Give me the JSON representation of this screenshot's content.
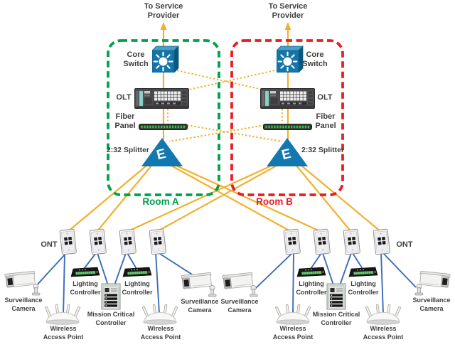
{
  "labels": {
    "service_provider": {
      "line1": "To Service",
      "line2": "Provider"
    },
    "core_switch": {
      "line1": "Core",
      "line2": "Switch"
    },
    "olt": "OLT",
    "fiber_panel": {
      "line1": "Fiber",
      "line2": "Panel"
    },
    "splitter": "2:32 Splitter",
    "splitter_glyph": "E",
    "room_a": "Room A",
    "room_b": "Room B",
    "ont": "ONT",
    "surveillance_camera": {
      "line1": "Surveillance",
      "line2": "Camera"
    },
    "lighting_controller": {
      "line1": "Lighting",
      "line2": "Controller"
    },
    "mission_critical_controller": {
      "line1": "Mission Critical",
      "line2": "Controller"
    },
    "wireless_access_point": {
      "line1": "Wireless",
      "line2": "Access Point"
    }
  },
  "colors": {
    "room_a_border": "#00A14B",
    "room_b_border": "#EC1C24",
    "fiber_line": "#F2B02E",
    "ethernet_line": "#3A6CB8",
    "node_blue": "#1478B0",
    "label_text": "#3F3F3F"
  },
  "topology": {
    "rooms": [
      {
        "name": "Room A",
        "uplink": "To Service Provider",
        "equipment": [
          "Core Switch",
          "OLT",
          "Fiber Panel",
          "2:32 Splitter"
        ]
      },
      {
        "name": "Room B",
        "uplink": "To Service Provider",
        "equipment": [
          "Core Switch",
          "OLT",
          "Fiber Panel",
          "2:32 Splitter"
        ]
      }
    ],
    "redundant_cross_links": [
      "Core Switch A - OLT B",
      "Core Switch B - OLT A",
      "Fiber Panel A - Splitter B",
      "Fiber Panel B - Splitter A"
    ],
    "splitter_a_feeds_onts": [
      1,
      2,
      5,
      6
    ],
    "splitter_b_feeds_onts": [
      3,
      4,
      7,
      8
    ],
    "ont_connections": [
      {
        "ont": 1,
        "devices": [
          "Surveillance Camera",
          "Wireless Access Point"
        ]
      },
      {
        "ont": 2,
        "devices": [
          "Lighting Controller",
          "Mission Critical Controller"
        ]
      },
      {
        "ont": 3,
        "devices": [
          "Mission Critical Controller",
          "Lighting Controller"
        ]
      },
      {
        "ont": 4,
        "devices": [
          "Wireless Access Point",
          "Surveillance Camera"
        ]
      },
      {
        "ont": 5,
        "devices": [
          "Surveillance Camera",
          "Wireless Access Point"
        ]
      },
      {
        "ont": 6,
        "devices": [
          "Lighting Controller",
          "Mission Critical Controller"
        ]
      },
      {
        "ont": 7,
        "devices": [
          "Mission Critical Controller",
          "Lighting Controller"
        ]
      },
      {
        "ont": 8,
        "devices": [
          "Wireless Access Point",
          "Surveillance Camera"
        ]
      }
    ]
  }
}
